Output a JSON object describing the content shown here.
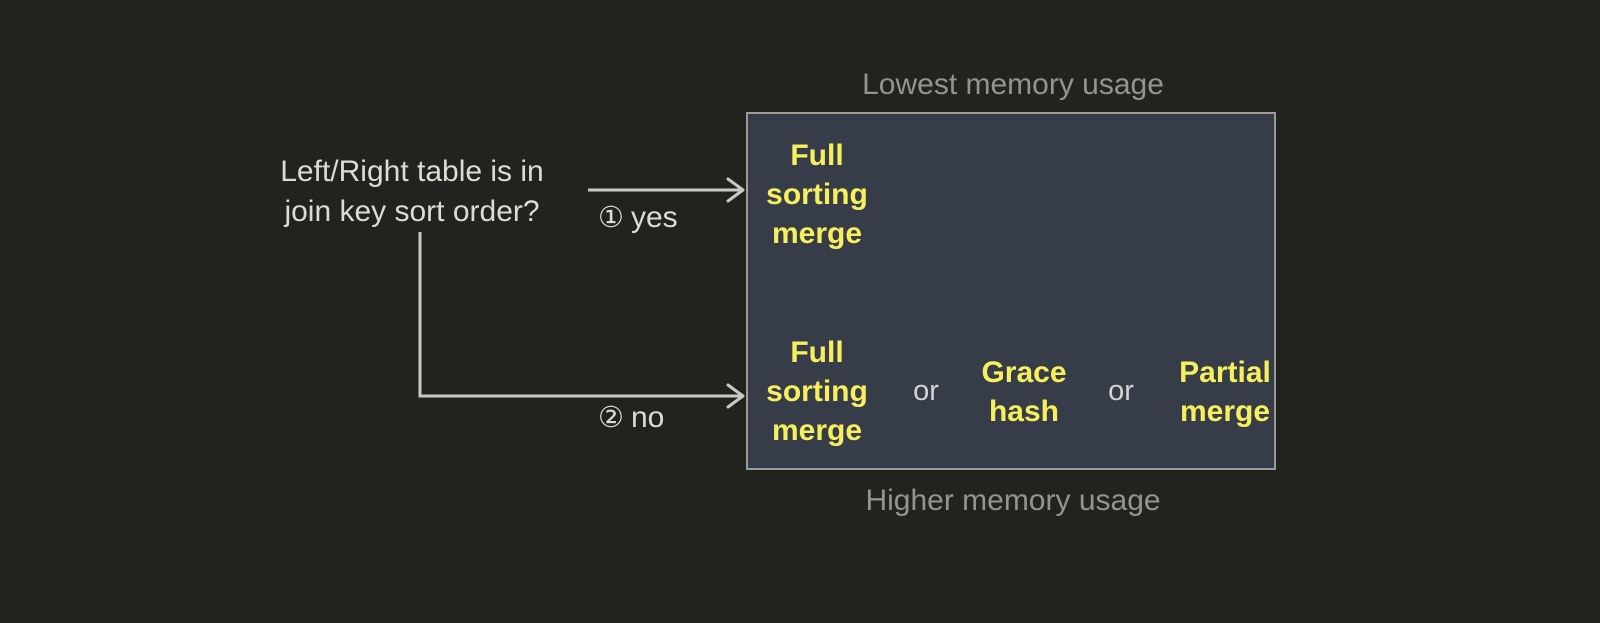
{
  "colors": {
    "background": "#22231e",
    "box_fill": "#373c49",
    "box_border": "#9b9c9a",
    "highlight_text": "#f7f05c",
    "body_text": "#dcdcd6",
    "caption_text": "#93948f",
    "connector": "#c9cac6"
  },
  "decision": {
    "question_line_1": "Left/Right table is in",
    "question_line_2": "join key sort order?"
  },
  "branches": [
    {
      "marker": "①",
      "label": "yes"
    },
    {
      "marker": "②",
      "label": "no"
    }
  ],
  "captions": {
    "top": "Lowest memory usage",
    "bottom": "Higher memory usage"
  },
  "outcomes": {
    "primary": {
      "term_line_1": "Full",
      "term_line_2": "sorting",
      "term_line_3": "merge"
    },
    "alternatives": {
      "option_1_line_1": "Full",
      "option_1_line_2": "sorting",
      "option_1_line_3": "merge",
      "separator_1": "or",
      "option_2_line_1": "Grace",
      "option_2_line_2": "hash",
      "separator_2": "or",
      "option_3_line_1": "Partial",
      "option_3_line_2": "merge"
    }
  }
}
